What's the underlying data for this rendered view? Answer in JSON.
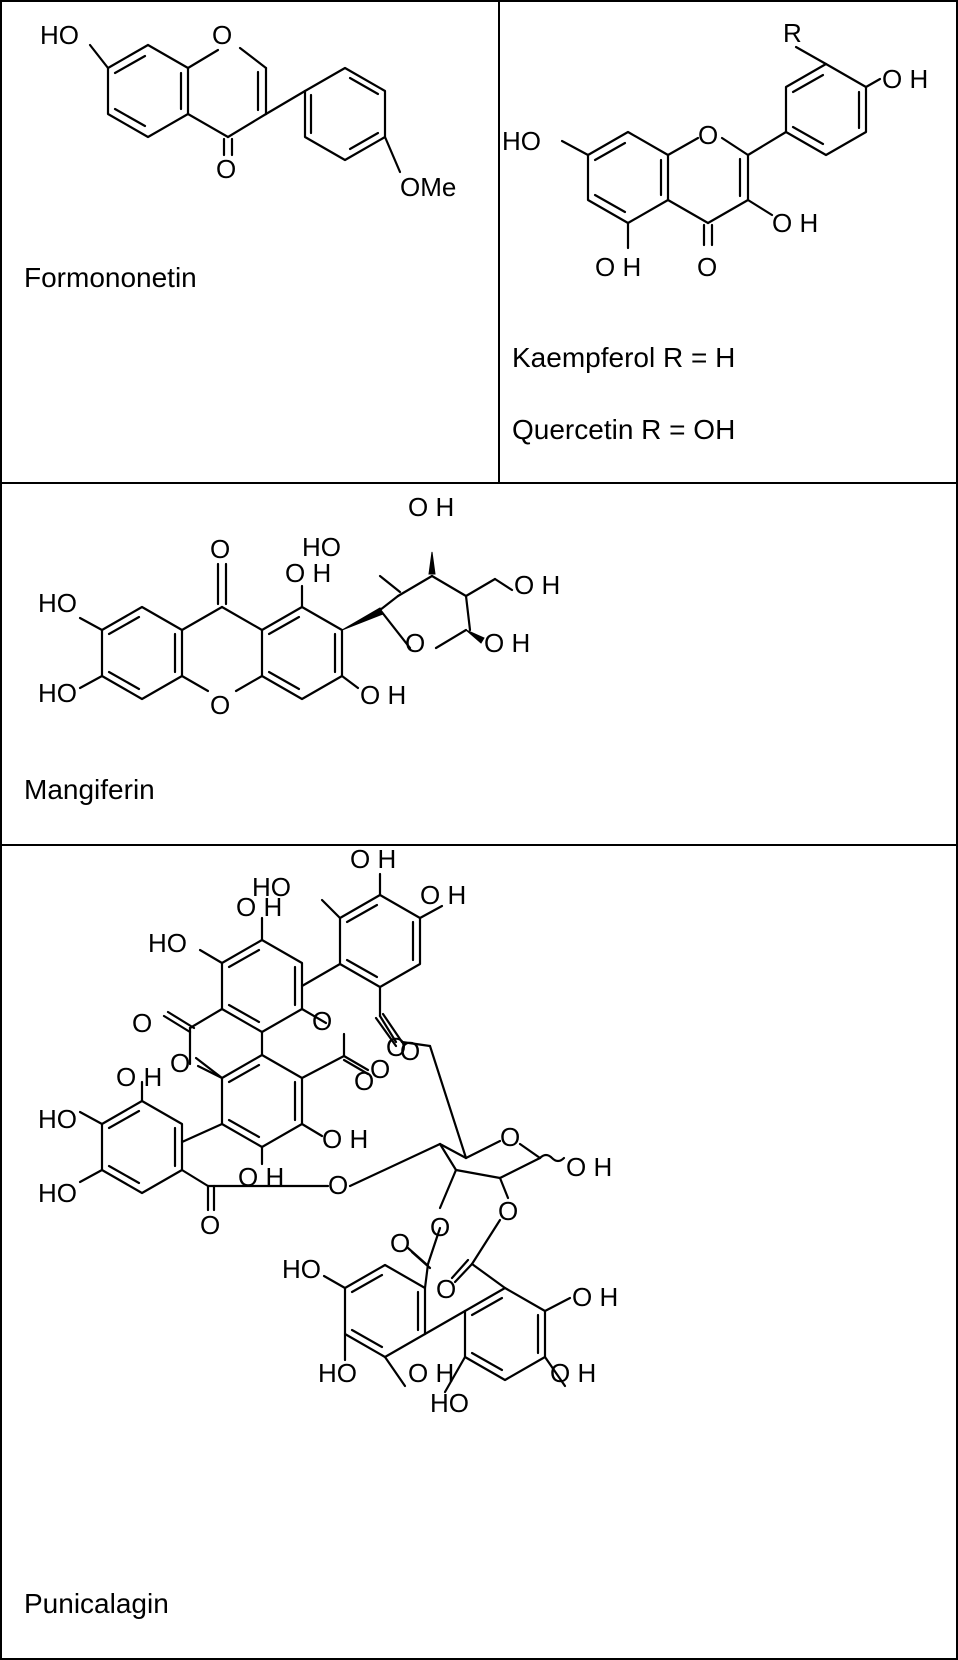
{
  "compounds": {
    "formononetin": {
      "name": "Formononetin"
    },
    "flavonol": {
      "variant1": "Kaempferol R = H",
      "variant2": "Quercetin R = OH"
    },
    "mangiferin": {
      "name": "Mangiferin"
    },
    "punicalagin": {
      "name": "Punicalagin"
    }
  },
  "atoms": {
    "ho": "HO",
    "oh": "O H",
    "o": "O",
    "ome": "OMe",
    "r": "R"
  }
}
